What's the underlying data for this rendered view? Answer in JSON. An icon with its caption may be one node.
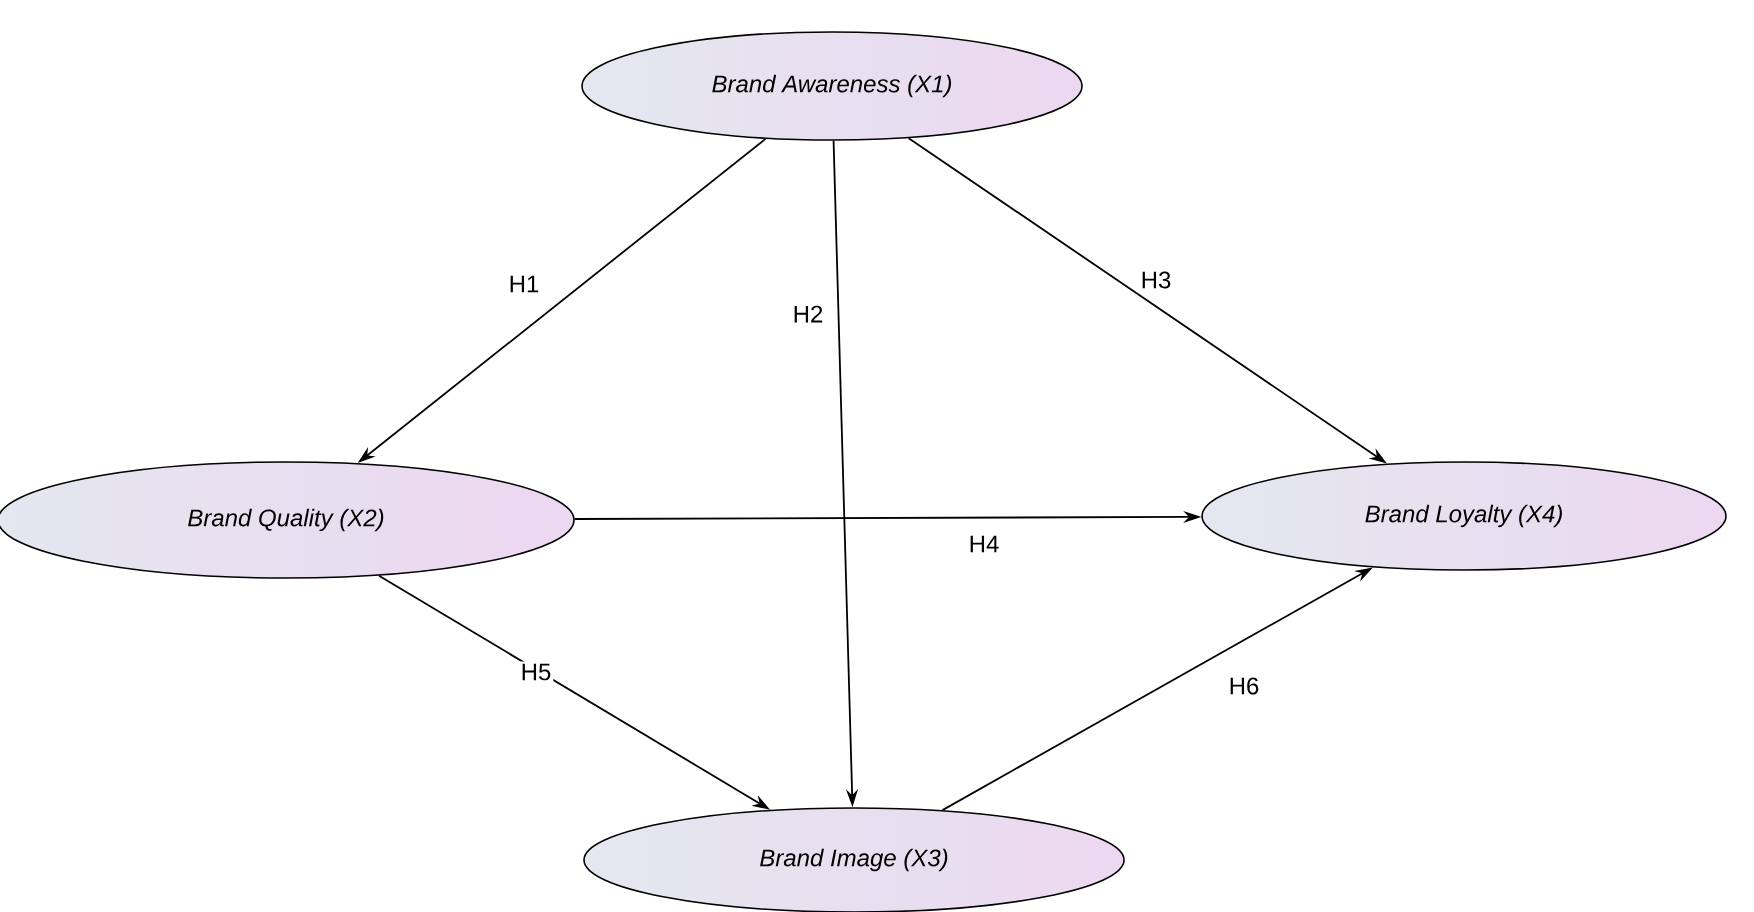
{
  "diagram": {
    "nodes": [
      {
        "text": [
          "Brand Awareness (X1)"
        ]
      },
      {
        "text": [
          "Brand Quality (X2)"
        ]
      },
      {
        "text": [
          "Brand Loyalty (X4)"
        ]
      },
      {
        "text": [
          "Brand Image (X3)"
        ]
      }
    ],
    "edges": [
      {
        "from": 0,
        "to": 1,
        "arrow": "to",
        "label": "H1"
      },
      {
        "from": 0,
        "to": 3,
        "arrow": "to",
        "label": "H2"
      },
      {
        "from": 0,
        "to": 2,
        "arrow": "to",
        "label": "H3"
      },
      {
        "from": 1,
        "to": 2,
        "arrow": "to",
        "label": "H4"
      },
      {
        "from": 1,
        "to": 3,
        "arrow": "to",
        "label": "H5"
      },
      {
        "from": 3,
        "to": 2,
        "arrow": "to",
        "label": "H6"
      }
    ]
  }
}
